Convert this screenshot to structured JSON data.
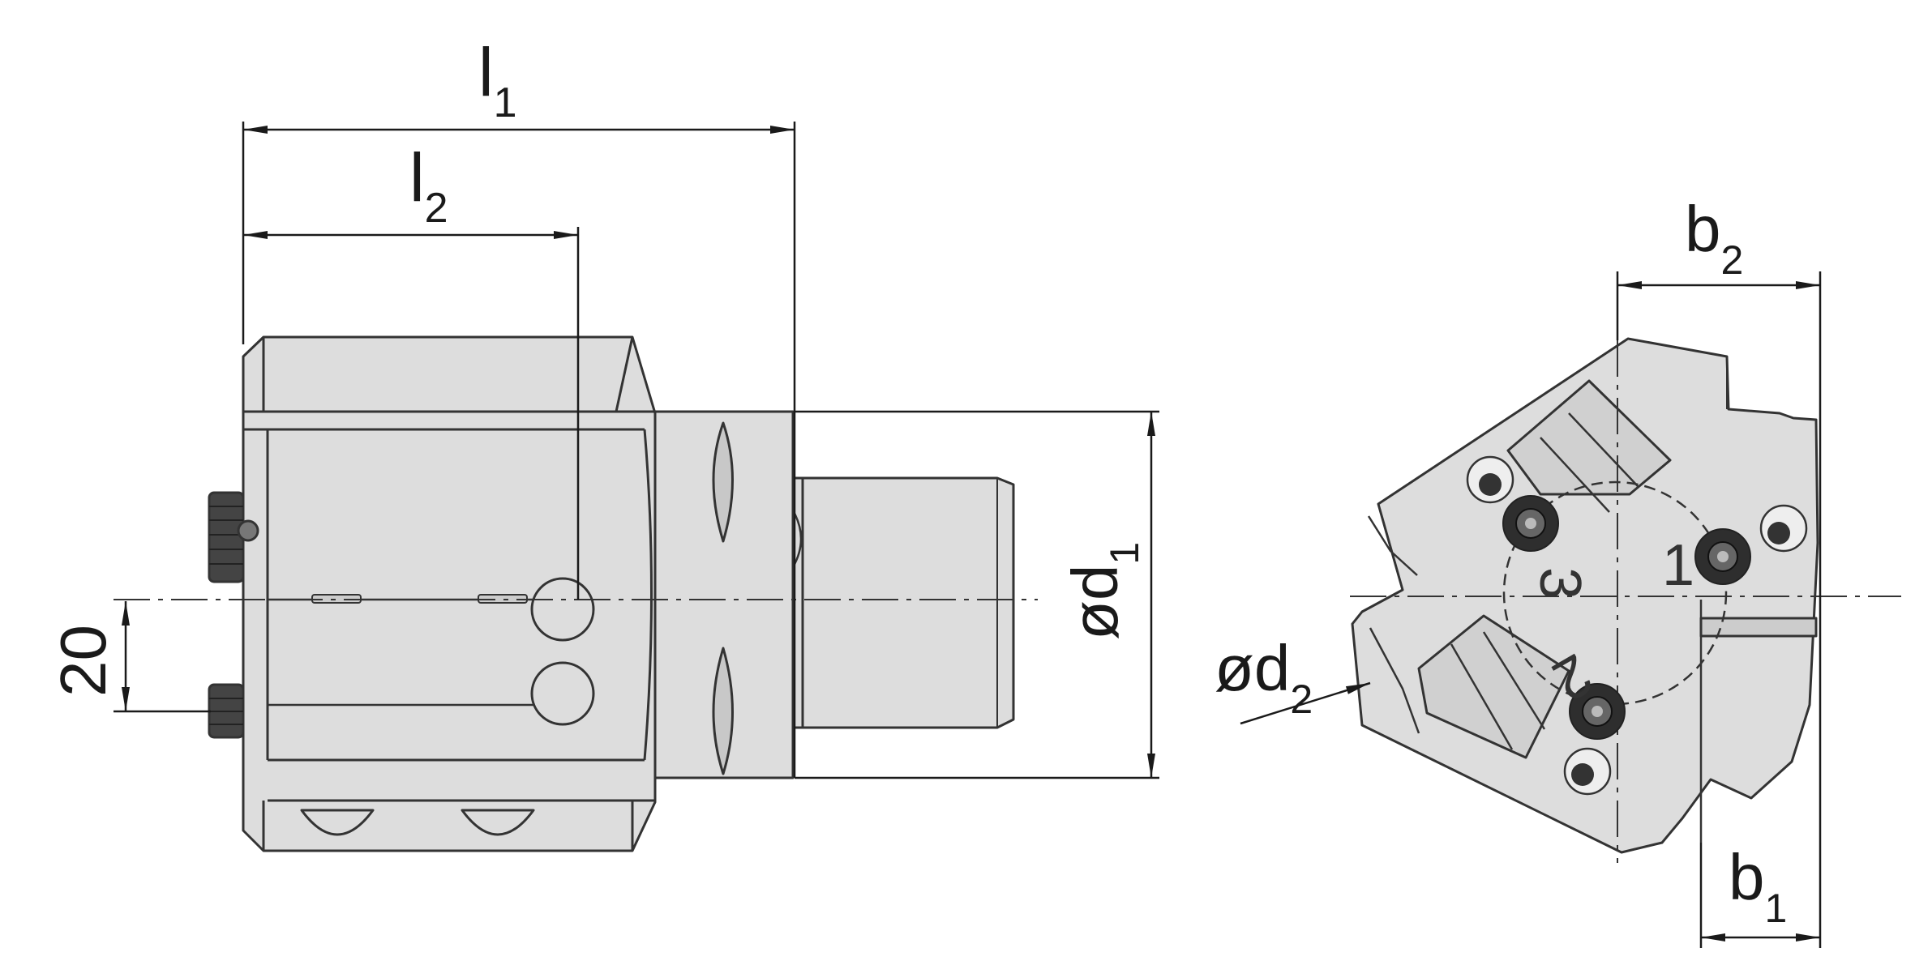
{
  "dimensions": {
    "l1": {
      "base": "l",
      "sub": "1"
    },
    "l2": {
      "base": "l",
      "sub": "2"
    },
    "offset": "20",
    "d1": {
      "base": "ød",
      "sub": "1"
    },
    "d2": {
      "base": "ød",
      "sub": "2"
    },
    "b1": {
      "base": "b",
      "sub": "1"
    },
    "b2": {
      "base": "b",
      "sub": "2"
    }
  },
  "station_numbers": [
    "1",
    "2",
    "3"
  ],
  "colors": {
    "body_fill": "#dddddd",
    "line": "#333333",
    "dark": "#2a2a2a"
  }
}
